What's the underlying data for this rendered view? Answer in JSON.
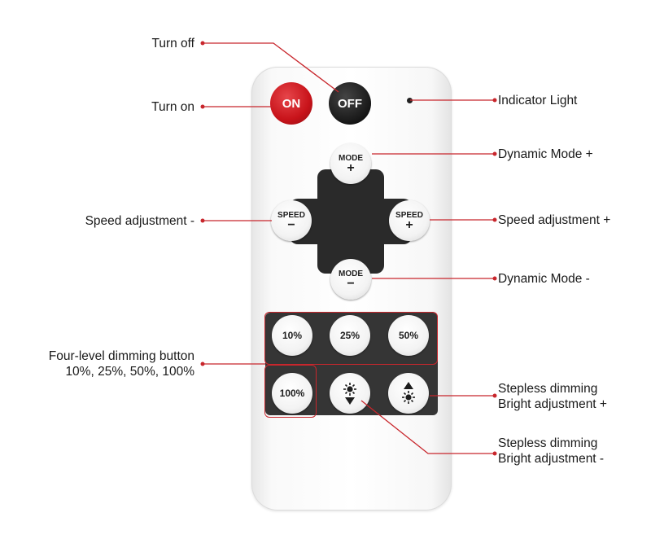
{
  "remote": {
    "on_label": "ON",
    "off_label": "OFF",
    "mode_plus": {
      "word": "MODE",
      "sign": "+"
    },
    "mode_minus": {
      "word": "MODE",
      "sign": "−"
    },
    "speed_minus": {
      "word": "SPEED",
      "sign": "−"
    },
    "speed_plus": {
      "word": "SPEED",
      "sign": "+"
    },
    "dim_10": "10%",
    "dim_25": "25%",
    "dim_50": "50%",
    "dim_100": "100%"
  },
  "annotations": {
    "turn_off": "Turn off",
    "turn_on": "Turn on",
    "indicator_light": "Indicator Light",
    "dynamic_mode_plus": "Dynamic Mode +",
    "speed_adjust_minus": "Speed adjustment -",
    "speed_adjust_plus": "Speed adjustment +",
    "dynamic_mode_minus": "Dynamic Mode -",
    "four_level_line1": "Four-level dimming button",
    "four_level_line2": "10%, 25%, 50%, 100%",
    "stepless_plus_line1": "Stepless dimming",
    "stepless_plus_line2": "Bright adjustment +",
    "stepless_minus_line1": "Stepless dimming",
    "stepless_minus_line2": "Bright adjustment -"
  },
  "colors": {
    "accent_red": "#c8262c",
    "on_button": "#c8131a",
    "off_button": "#1a1a1a",
    "pad": "#2a2a2a"
  }
}
